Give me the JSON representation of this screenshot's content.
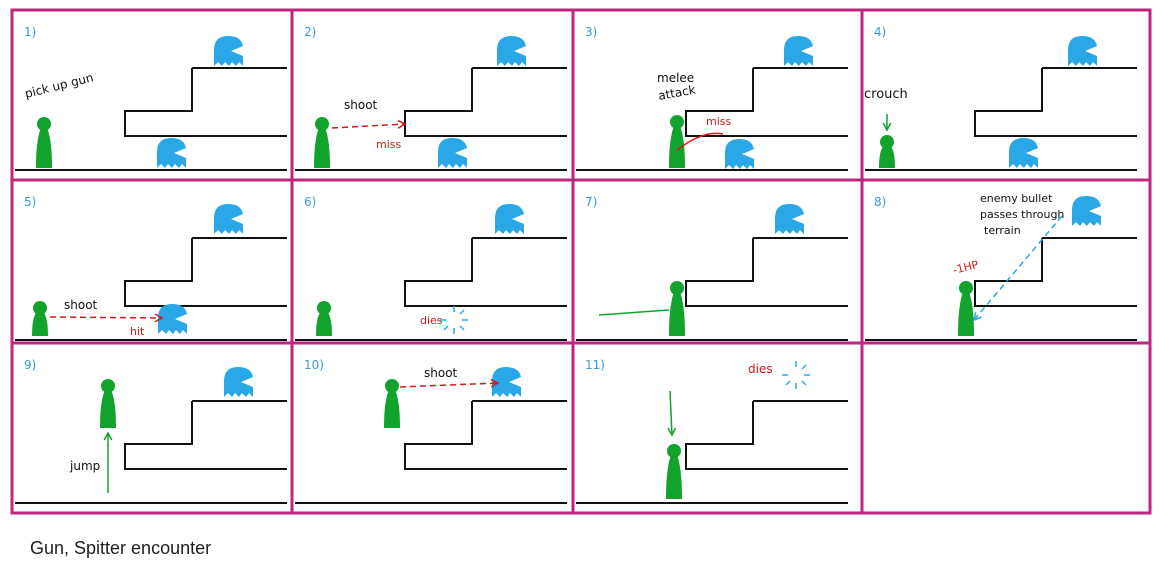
{
  "caption": "Gun, Spitter encounter",
  "colors": {
    "frame": "#c0267f",
    "player": "#11a32c",
    "enemy": "#2aa7e6",
    "panel_number": "#3a9ad9",
    "action_red": "#d11a1a",
    "ink": "#111111"
  },
  "icons": {
    "player": "green-pawn-figure",
    "enemy": "blue-pacman-ghost-spitter"
  },
  "panels": [
    {
      "number": "1)",
      "notes": [
        "pick up gun"
      ]
    },
    {
      "number": "2)",
      "notes": [
        "shoot",
        "miss"
      ]
    },
    {
      "number": "3)",
      "notes": [
        "melee",
        "attack",
        "miss"
      ]
    },
    {
      "number": "4)",
      "notes": [
        "crouch"
      ]
    },
    {
      "number": "5)",
      "notes": [
        "shoot",
        "hit"
      ]
    },
    {
      "number": "6)",
      "notes": [
        "dies"
      ]
    },
    {
      "number": "7)",
      "notes": []
    },
    {
      "number": "8)",
      "notes": [
        "enemy bullet",
        "passes through",
        "terrain",
        "-1HP"
      ]
    },
    {
      "number": "9)",
      "notes": [
        "jump"
      ]
    },
    {
      "number": "10)",
      "notes": [
        "shoot"
      ]
    },
    {
      "number": "11)",
      "notes": [
        "dies"
      ]
    },
    {
      "number": "",
      "notes": []
    }
  ]
}
